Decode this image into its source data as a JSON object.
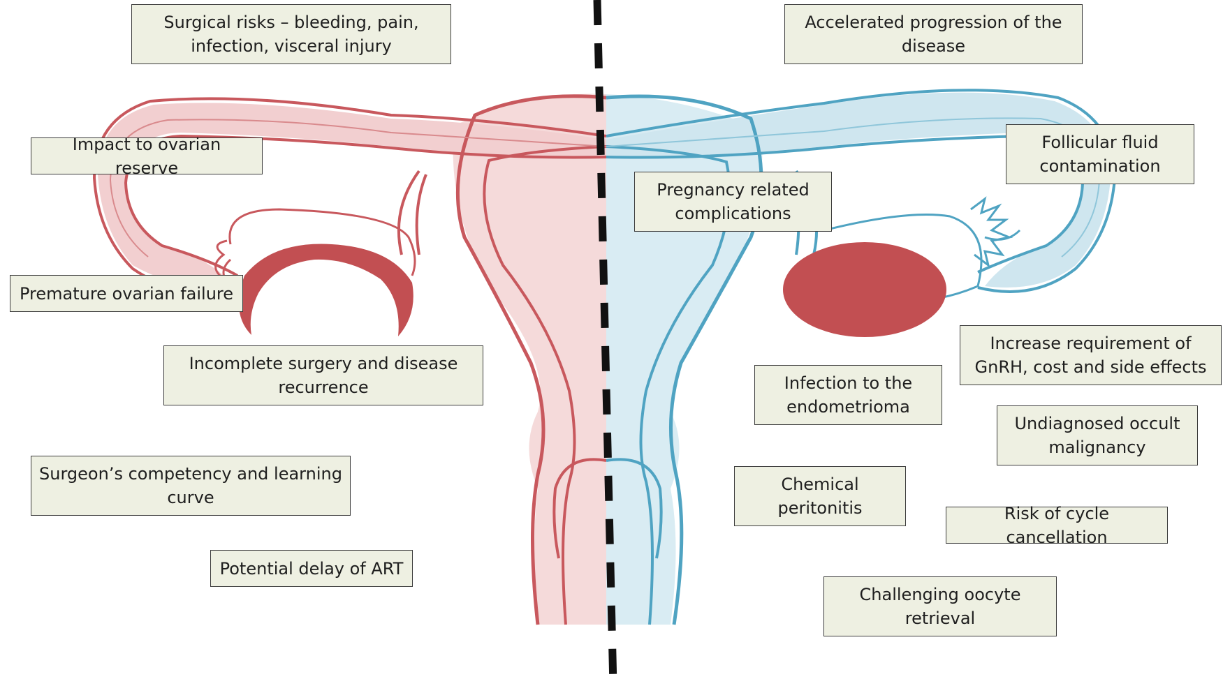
{
  "diagram": {
    "colors": {
      "left_side": "#c8585d",
      "left_fill": "#f5dada",
      "right_side": "#4fa3c2",
      "right_fill": "#d9ecf3",
      "lesion": "#c24f52",
      "box_fill": "#eef0e2",
      "box_border": "#3c3c3c",
      "divider": "#111111"
    },
    "left_labels": [
      "Surgical risks – bleeding, pain,\ninfection, visceral injury",
      "Impact to ovarian reserve",
      "Premature ovarian failure",
      "Incomplete surgery and disease\nrecurrence",
      "Surgeon’s competency and learning\ncurve",
      "Potential delay of ART"
    ],
    "right_labels": [
      "Accelerated progression of the\ndisease",
      "Follicular fluid\ncontamination",
      "Pregnancy related\ncomplications",
      "Increase requirement of\nGnRH, cost and side effects",
      "Infection to the\nendometrioma",
      "Undiagnosed occult\nmalignancy",
      "Chemical\nperitonitis",
      "Risk of cycle cancellation",
      "Challenging oocyte\nretrieval"
    ]
  }
}
